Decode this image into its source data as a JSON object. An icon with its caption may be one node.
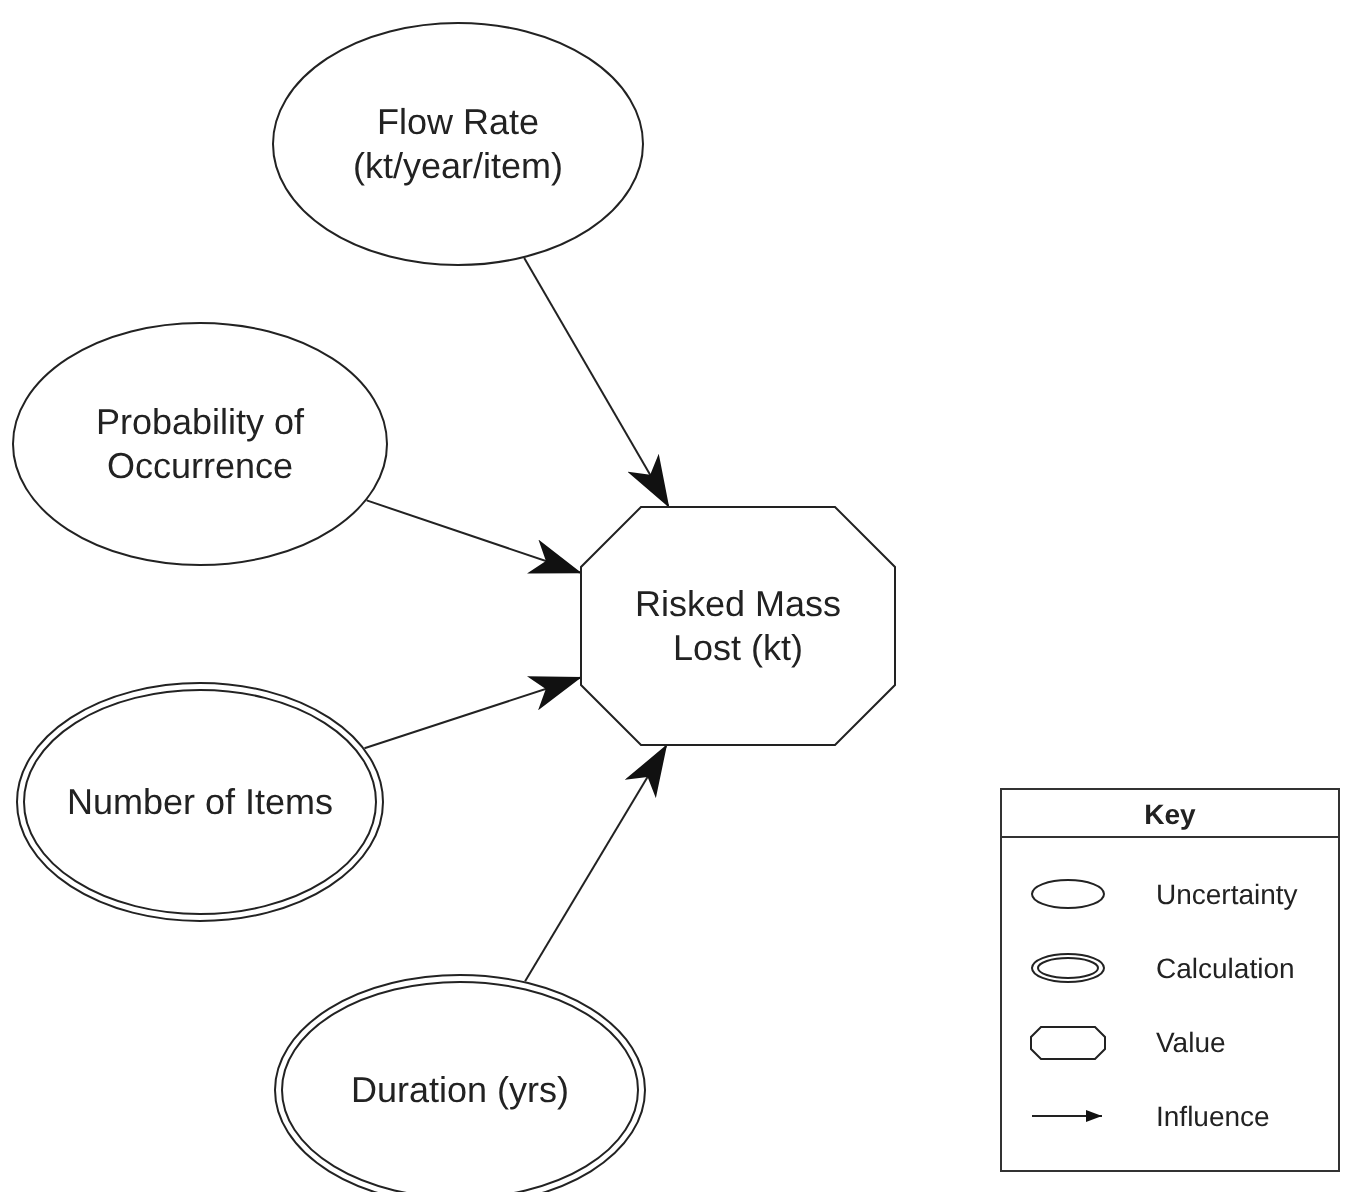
{
  "diagram": {
    "nodes": [
      {
        "text": [
          "Flow Rate (kt/year/item)"
        ]
      },
      {
        "text": [
          "Probability of Occurrence"
        ]
      },
      {
        "text": [
          "Number of Items"
        ]
      },
      {
        "text": [
          "Duration (yrs)"
        ]
      },
      {
        "text": [
          "Risked Mass Lost (kt)"
        ]
      }
    ],
    "edges": [
      {
        "from": 0,
        "to": 4,
        "arrow": "to"
      },
      {
        "from": 1,
        "to": 4,
        "arrow": "to"
      },
      {
        "from": 2,
        "to": 4,
        "arrow": "to"
      },
      {
        "from": 3,
        "to": 4,
        "arrow": "to"
      }
    ],
    "labels": [
      "Key"
    ],
    "legend": [
      {
        "text": "Uncertainty"
      },
      {
        "text": "Calculation"
      },
      {
        "text": "Value"
      },
      {
        "text": "Influence"
      }
    ]
  }
}
